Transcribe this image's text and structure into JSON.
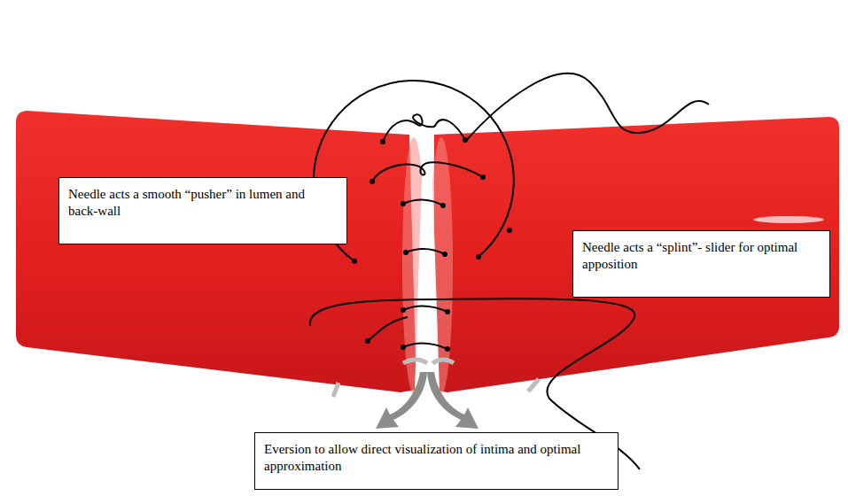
{
  "diagram": {
    "nodes": [
      {
        "text": [
          "Needle acts a smooth “pusher” in lumen and back-wall"
        ]
      },
      {
        "text": [
          "Needle acts a “splint”- slider for optimal apposition"
        ]
      },
      {
        "text": [
          "Eversion to allow direct visualization of intima and optimal approximation"
        ]
      }
    ]
  }
}
